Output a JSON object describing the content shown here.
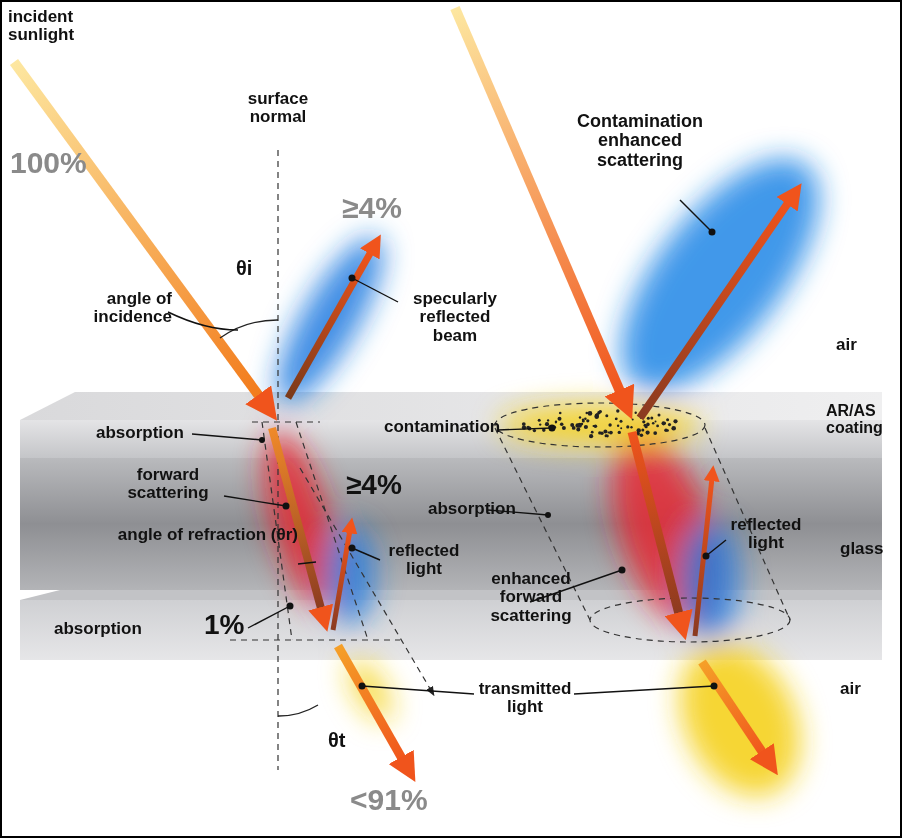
{
  "diagram": {
    "labels": [
      "incident sunlight",
      "surface normal",
      "100%",
      "angle of incidence",
      "θi",
      "≥4%",
      "specularly reflected beam",
      "Contamination enhanced scattering",
      "air",
      "absorption",
      "contamination",
      "AR/AS coating",
      "forward scattering",
      "≥4%",
      "absorption",
      "angle of refraction (θr)",
      "reflected light",
      "reflected light",
      "glass",
      "enhanced forward scattering",
      "absorption",
      "1%",
      "transmitted light",
      "air",
      "θt",
      "<91%"
    ]
  }
}
